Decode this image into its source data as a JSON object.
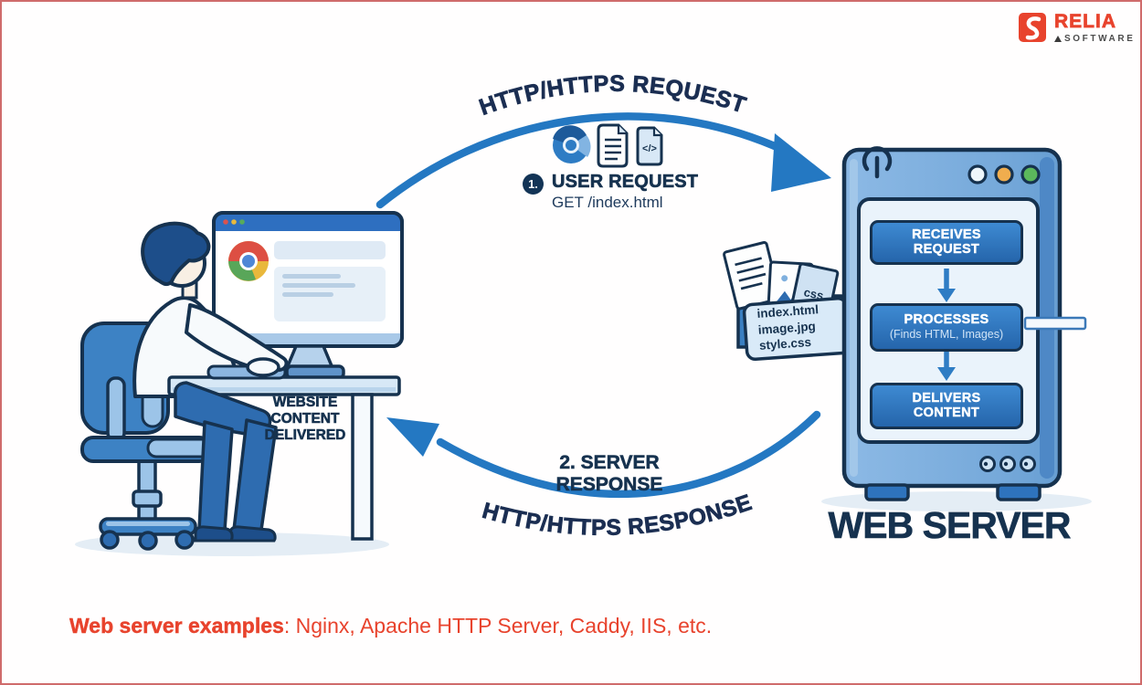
{
  "brand": {
    "name": "RELIA",
    "tagline": "SOFTWARE"
  },
  "request": {
    "arc_label": "HTTP/HTTPS REQUEST",
    "step_badge": "1.",
    "step_title": "USER REQUEST",
    "step_detail": "GET /index.html"
  },
  "response": {
    "step_title": "2. SERVER RESPONSE",
    "arc_label": "HTTP/HTTPS RESPONSE"
  },
  "client": {
    "delivered_line1": "WEBSITE",
    "delivered_line2": "CONTENT",
    "delivered_line3": "DELIVERED"
  },
  "folder": {
    "badge": "css",
    "file1": "index.html",
    "file2": "image.jpg",
    "file3": "style.css"
  },
  "server": {
    "title": "WEB SERVER",
    "step1_line1": "RECEIVES",
    "step1_line2": "REQUEST",
    "step2_line1": "PROCESSES",
    "step2_sub": "(Finds HTML, Images)",
    "step3_line1": "DELIVERS",
    "step3_line2": "CONTENT"
  },
  "code_file_glyph": "</>",
  "caption": {
    "bold": "Web server examples",
    "rest": ": Nginx, Apache HTTP Server, Caddy, IIS, etc."
  },
  "icons": [
    "relia-logo-mark",
    "browser-icon",
    "document-icon",
    "code-file-icon",
    "chrome-icon",
    "power-icon",
    "status-light-white",
    "status-light-orange",
    "status-light-green",
    "folder-icon",
    "image-file-icon",
    "css-file-icon"
  ],
  "colors": {
    "accent_blue": "#2478c2",
    "navy": "#16324f",
    "brand_red": "#e8432d",
    "server_body": "#7cafdf",
    "panel": "#eaf3fb"
  }
}
